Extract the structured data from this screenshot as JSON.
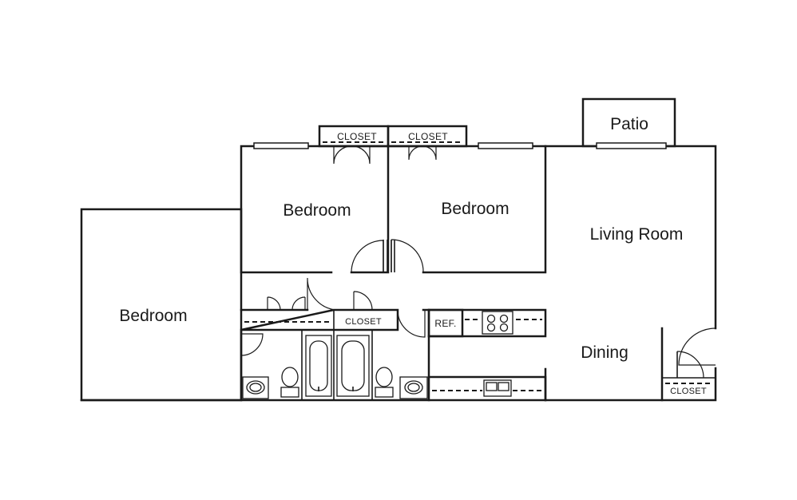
{
  "rooms": {
    "bedroom_left": "Bedroom",
    "bedroom_middle": "Bedroom",
    "bedroom_right": "Bedroom",
    "living_room": "Living Room",
    "dining": "Dining",
    "patio": "Patio"
  },
  "labels": {
    "closet_top_left": "CLOSET",
    "closet_top_right": "CLOSET",
    "closet_hall": "CLOSET",
    "closet_entry": "CLOSET",
    "refrigerator": "REF."
  }
}
